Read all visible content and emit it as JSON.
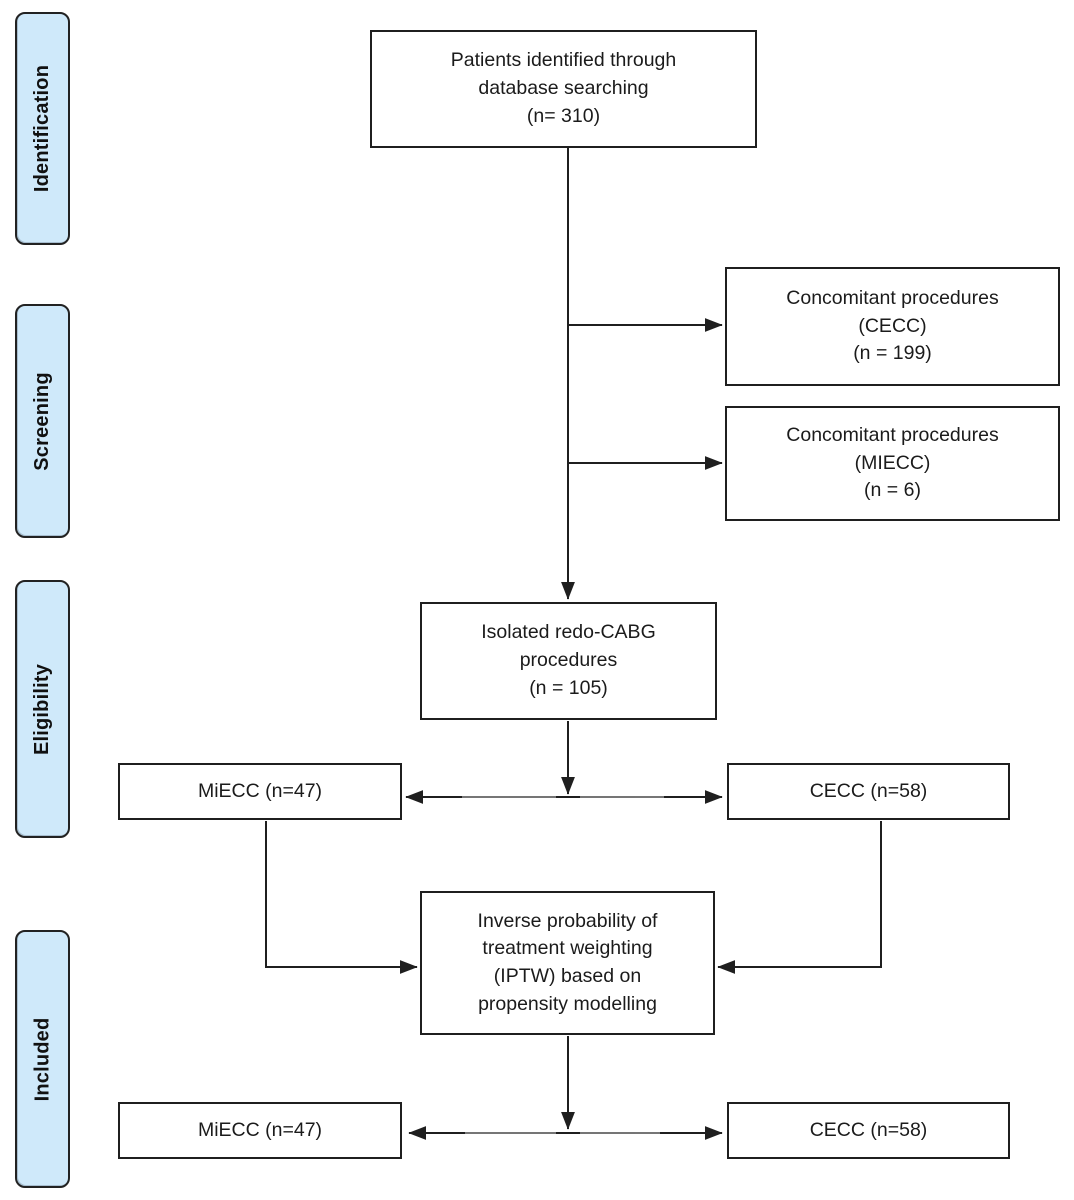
{
  "diagram": {
    "type": "prisma-flowchart",
    "palette": {
      "stage_fill": "#cfe9fa",
      "stage_border": "#222222",
      "box_fill": "#ffffff",
      "box_border": "#1f1f1f",
      "arrow_color": "#1f1f1f",
      "arrow_overlap_gray": "#7f7f7f"
    },
    "stages": [
      {
        "label": "Identification"
      },
      {
        "label": "Screening"
      },
      {
        "label": "Eligibility"
      },
      {
        "label": "Included"
      }
    ],
    "boxes": {
      "identified": {
        "lines": [
          "Patients identified through",
          "database searching",
          "(n= 310)"
        ]
      },
      "excl_cecc": {
        "lines": [
          "Concomitant procedures",
          "(CECC)",
          "(n = 199)"
        ]
      },
      "excl_miecc": {
        "lines": [
          "Concomitant procedures",
          "(MIECC)",
          "(n = 6)"
        ]
      },
      "isolated": {
        "lines": [
          "Isolated redo-CABG",
          "procedures",
          "(n = 105)"
        ]
      },
      "miecc_pre": {
        "lines": [
          "MiECC (n=47)"
        ]
      },
      "cecc_pre": {
        "lines": [
          "CECC (n=58)"
        ]
      },
      "iptw": {
        "lines": [
          "Inverse probability of",
          "treatment weighting",
          "(IPTW) based on",
          "propensity modelling"
        ]
      },
      "miecc_post": {
        "lines": [
          "MiECC (n=47)"
        ]
      },
      "cecc_post": {
        "lines": [
          "CECC (n=58)"
        ]
      }
    }
  }
}
